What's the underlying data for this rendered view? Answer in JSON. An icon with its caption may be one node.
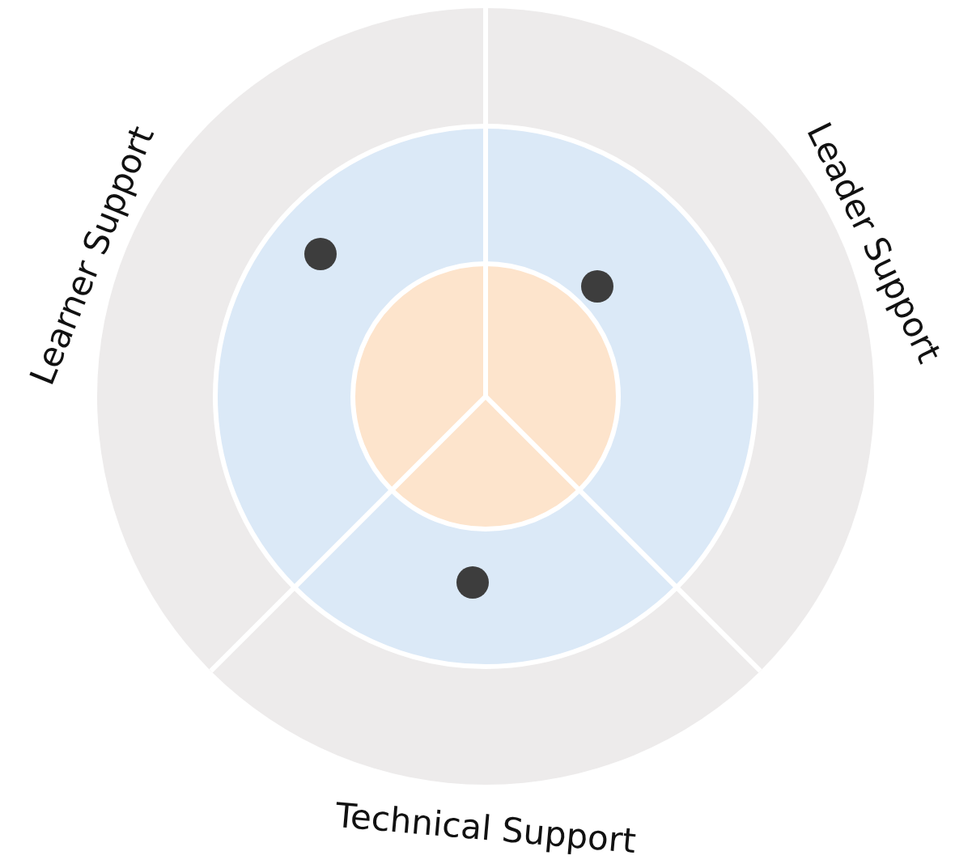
{
  "diagram": {
    "labels": [
      "Learner Support",
      "Leader Support",
      "Technical Support"
    ]
  }
}
